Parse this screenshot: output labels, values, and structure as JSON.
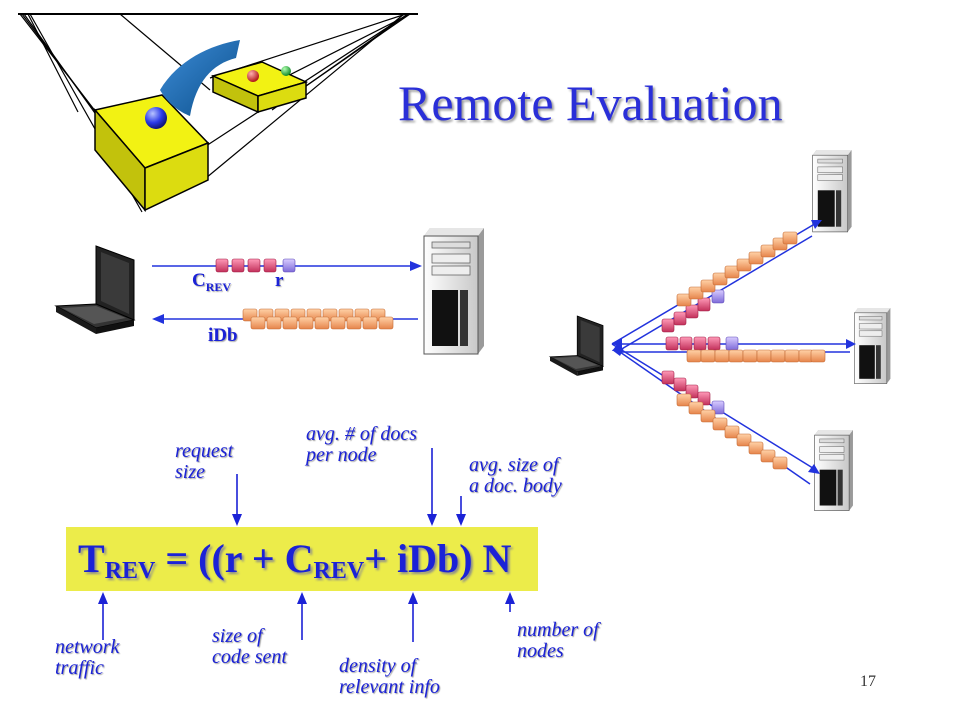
{
  "title": "Remote Evaluation",
  "diagram": {
    "code_label": "C",
    "code_label_sub": "REV",
    "request_label": "r",
    "result_label": "iDb"
  },
  "formula": {
    "lhs": "T",
    "lhs_sub": "REV",
    "part1": " = ((r + C",
    "part1_sub": "REV",
    "part2": "+ iDb) N"
  },
  "annotations_top": [
    {
      "lines": [
        "request",
        "size"
      ]
    },
    {
      "lines": [
        "avg. # of docs",
        "per node"
      ]
    },
    {
      "lines": [
        "avg. size of",
        "a doc. body"
      ]
    }
  ],
  "annotations_bottom": [
    {
      "lines": [
        "network",
        "traffic"
      ]
    },
    {
      "lines": [
        "size of",
        "code sent"
      ]
    },
    {
      "lines": [
        "density of",
        "relevant info"
      ]
    },
    {
      "lines": [
        "number of",
        "nodes"
      ]
    }
  ],
  "page_number": "17",
  "colors": {
    "title": "#2a2fd8",
    "text": "#1b22d6",
    "formula_bg": "#ecec4a",
    "pink_packet": "#e0507a",
    "violet_packet": "#a58ae8",
    "orange_packet": "#f4a66c"
  }
}
